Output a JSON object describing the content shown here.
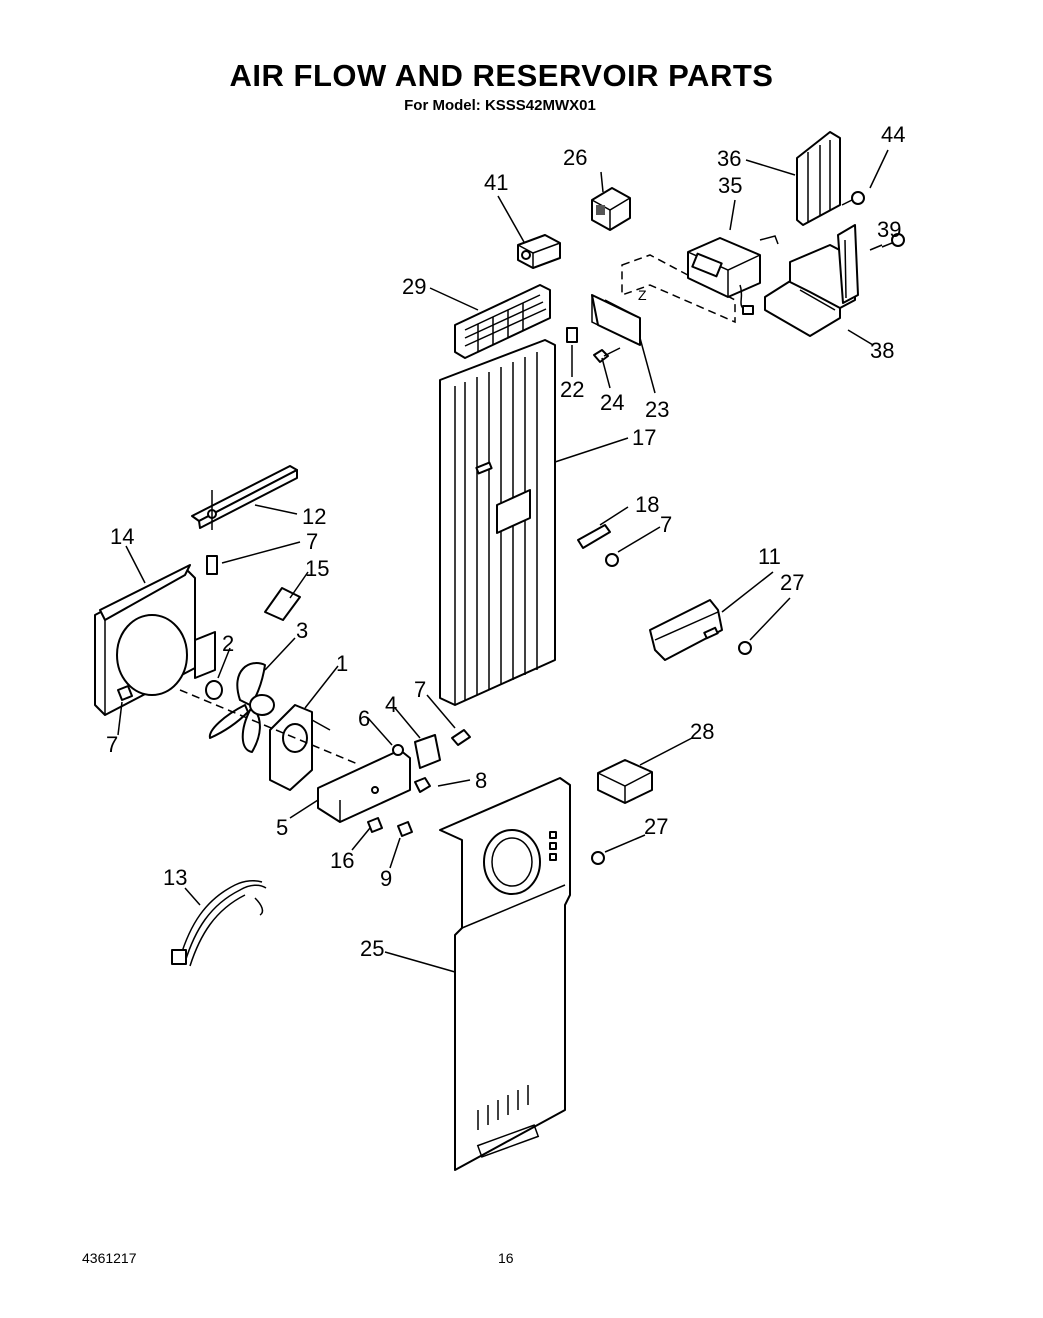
{
  "header": {
    "title": "AIR FLOW AND RESERVOIR PARTS",
    "subtitle": "For Model: KSSS42MWX01"
  },
  "footer": {
    "doc_number": "4361217",
    "page_number": "16"
  },
  "callouts": {
    "c1": "1",
    "c2": "2",
    "c3": "3",
    "c4": "4",
    "c5": "5",
    "c6": "6",
    "c7a": "7",
    "c7b": "7",
    "c7c": "7",
    "c7d": "7",
    "c8": "8",
    "c9": "9",
    "c11": "11",
    "c12": "12",
    "c13": "13",
    "c14": "14",
    "c15": "15",
    "c16": "16",
    "c17": "17",
    "c18": "18",
    "c22": "22",
    "c23": "23",
    "c24": "24",
    "c25": "25",
    "c26": "26",
    "c27a": "27",
    "c27b": "27",
    "c28": "28",
    "c29": "29",
    "c35": "35",
    "c36": "36",
    "c38": "38",
    "c39": "39",
    "c41": "41",
    "c44": "44"
  }
}
